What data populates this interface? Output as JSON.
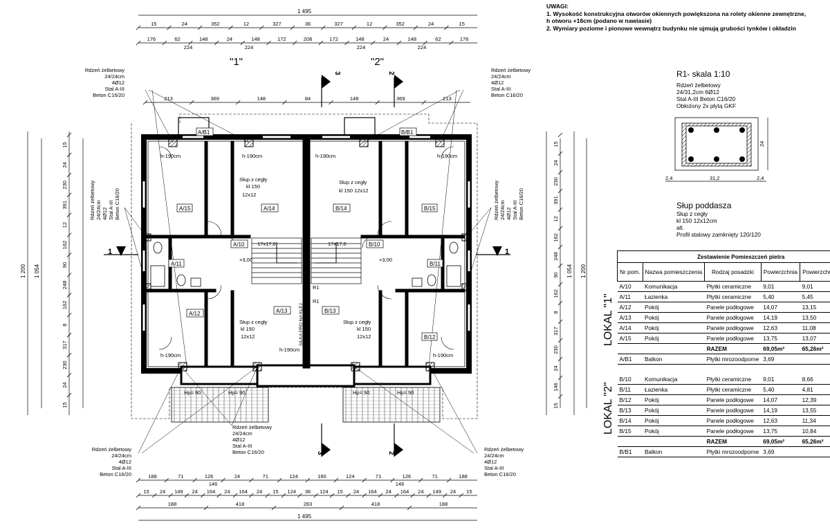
{
  "notes": {
    "title": "UWAGI:",
    "line1": "1. Wysokość konstrukcyjna otworów okiennych powiększona na rolety okienne zewnętrzne,",
    "line2": "h otworu +16cm (podano w nawiasie)",
    "line3": "2. Wymiary poziome i pionowe wewnątrz budynku nie ujmują grubości tynków i okładzin"
  },
  "dims": {
    "top_total": "1 495",
    "top_row1": [
      "15",
      "24",
      "352",
      "12",
      "327",
      "36",
      "327",
      "12",
      "352",
      "24",
      "15"
    ],
    "top_row2": [
      "176",
      "62",
      "148",
      "24",
      "148",
      "172",
      "208",
      "172",
      "148",
      "24",
      "148",
      "62",
      "176"
    ],
    "top_row2b": [
      "224",
      "224",
      "224",
      "224"
    ],
    "top_row3": [
      "213",
      "369",
      "148",
      "84",
      "148",
      "369",
      "213"
    ],
    "bottom_row1": [
      "188",
      "71",
      "126",
      "24",
      "71",
      "124",
      "160",
      "124",
      "71",
      "126",
      "71",
      "188"
    ],
    "bottom_row1b": [
      "146",
      "146"
    ],
    "bottom_row2": [
      "15",
      "24",
      "149",
      "24",
      "164",
      "24",
      "164",
      "24",
      "15",
      "124",
      "36",
      "124",
      "15",
      "24",
      "164",
      "24",
      "164",
      "24",
      "149",
      "24",
      "15"
    ],
    "bottom_row3": [
      "188",
      "418",
      "283",
      "418",
      "188"
    ],
    "bottom_total": "1 495",
    "left_total": "1 200",
    "left_sub": "1 054",
    "left_col": [
      "15",
      "24",
      "230",
      "391",
      "12",
      "162",
      "90",
      "248",
      "162",
      "8",
      "317",
      "230",
      "24",
      "15"
    ],
    "right_col": [
      "15",
      "24",
      "230",
      "391",
      "12",
      "162",
      "248",
      "90",
      "162",
      "8",
      "317",
      "230",
      "24",
      "146",
      "15"
    ],
    "right_total": "1 200",
    "right_sub": "1 054"
  },
  "sections": {
    "sec1": "\"1\"",
    "sec2": "\"2\"",
    "mark3": "3",
    "mark2": "2",
    "mark1": "1"
  },
  "rdzen": {
    "l1": "Rdzeń żelbetowy",
    "l2": "24/24cm",
    "l3": "4Ø12",
    "l4": "Stal A-III",
    "l5": "Beton C16/20"
  },
  "rooms": {
    "a15": "A/15",
    "a14": "A/14",
    "b14": "B/14",
    "b15": "B/15",
    "a10": "A/10",
    "a11": "A/11",
    "b10": "B/10",
    "b11": "B/11",
    "a12": "A/12",
    "a13": "A/13",
    "b13": "B/13",
    "b12": "B/12",
    "ab1": "A/B1",
    "bb1": "B/B1",
    "slup": "Słup z cegły",
    "kl": "kl 150",
    "kl12": "kl 150 12x12",
    "s12": "12x12",
    "h190": "h-190cm",
    "plus300": "+3,00",
    "stairs": "17x17,6",
    "silka": "SILKA PRO NA KLEJ",
    "r1": "R1",
    "hp90": "Hp= 90"
  },
  "r1": {
    "title": "R1- skala 1:10",
    "l1": "Rdzeń żelbetowy",
    "l2": "24/31,2cm 6Ø12",
    "l3": "Stal A-III Beton C16/20",
    "l4": "Obłożony 2x płytą GKF",
    "dim_w1": "2,4",
    "dim_w2": "31,2",
    "dim_w3": "2,4",
    "dim_h": "24"
  },
  "slup_poddasza": {
    "title": "Słup poddasza",
    "l1": "Słup z cegły",
    "l2": "kl 150 12x12cm",
    "l3": "alt.",
    "l4": "Profil stalowy zamknięty 120/120"
  },
  "table": {
    "caption": "Zestawienie Pomieszczeń pietra",
    "headers": [
      "Nr pom.",
      "Nazwa pomieszczenia",
      "Rodzaj posadzki",
      "Powierzchnia",
      "Powierzchnia użytkowa"
    ],
    "lokal1_label": "LOKAL \"1\"",
    "lokal2_label": "LOKAL \"2\"",
    "lokal1": [
      [
        "A/10",
        "Komunikacja",
        "Płytki ceramiczne",
        "9,01",
        "9,01"
      ],
      [
        "A/11",
        "Łazienka",
        "Płytki ceramiczne",
        "5,40",
        "5,45"
      ],
      [
        "A/12",
        "Pokój",
        "Panele podłogowe",
        "14,07",
        "13,15"
      ],
      [
        "A/13",
        "Pokój",
        "Panele podłogowe",
        "14,19",
        "13,50"
      ],
      [
        "A/14",
        "Pokój",
        "Panele podłogowe",
        "12,63",
        "11,08"
      ],
      [
        "A/15",
        "Pokój",
        "Panele podłogowe",
        "13,75",
        "13,07"
      ]
    ],
    "lokal1_sum": [
      "RAZEM",
      "69,05m²",
      "65,26m²"
    ],
    "lokal1_balkon": [
      "A/B1",
      "Balkon",
      "Płytki mrozoodporne",
      "3,69",
      ""
    ],
    "lokal2": [
      [
        "B/10",
        "Komunikacja",
        "Płytki ceramiczne",
        "9,01",
        "8,66"
      ],
      [
        "B/11",
        "Łazienka",
        "Płytki ceramiczne",
        "5,40",
        "4,81"
      ],
      [
        "B/12",
        "Pokój",
        "Panele podłogowe",
        "14,07",
        "12,39"
      ],
      [
        "B/13",
        "Pokój",
        "Panele podłogowe",
        "14,19",
        "13,55"
      ],
      [
        "B/14",
        "Pokój",
        "Panele podłogowe",
        "12,63",
        "11,34"
      ],
      [
        "B/15",
        "Pokój",
        "Panele podłogowe",
        "13,75",
        "10,84"
      ]
    ],
    "lokal2_sum": [
      "RAZEM",
      "69,05m²",
      "65,26m²"
    ],
    "lokal2_balkon": [
      "B/B1",
      "Balkon",
      "Płytki mrozoodporne",
      "3,69",
      ""
    ]
  }
}
